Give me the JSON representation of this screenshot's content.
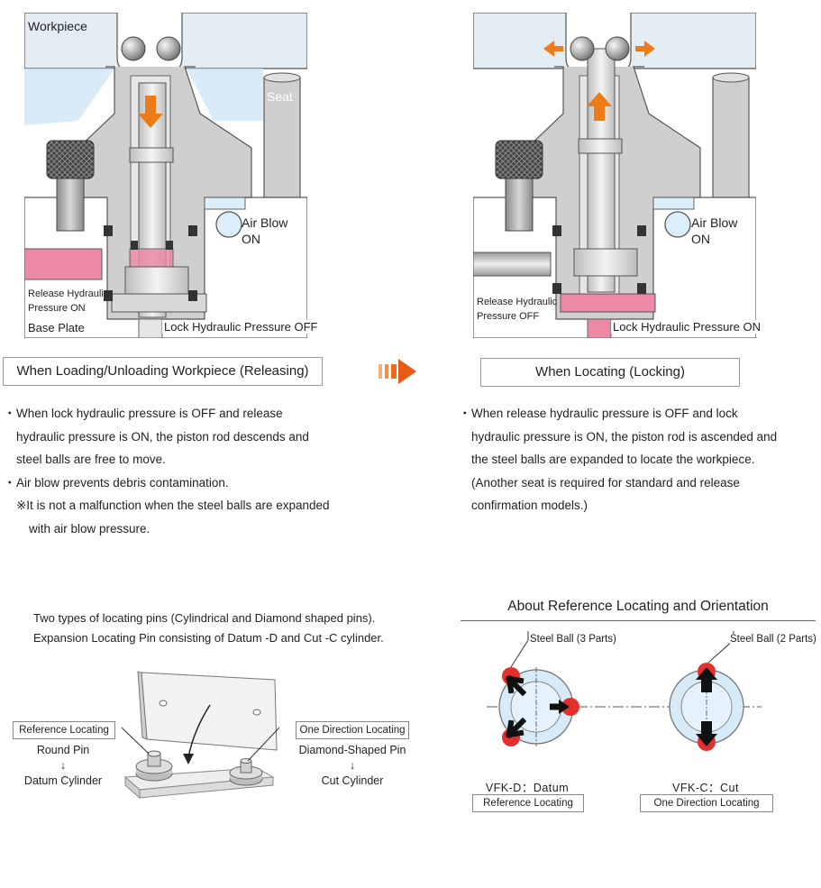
{
  "left_diagram": {
    "workpiece": "Workpiece",
    "seat": "Seat",
    "air_blow": "Air Blow",
    "air_state": "ON",
    "release_line1": "Release Hydraulic",
    "release_line2": "Pressure ON",
    "base_plate": "Base Plate",
    "lock": "Lock Hydraulic Pressure OFF"
  },
  "right_diagram": {
    "air_blow": "Air Blow",
    "air_state": "ON",
    "release_line1": "Release Hydraulic",
    "release_line2": "Pressure OFF",
    "lock": "Lock Hydraulic Pressure ON"
  },
  "captions": {
    "releasing": "When Loading/Unloading Workpiece (Releasing)",
    "locking": "When Locating (Locking)"
  },
  "left_bullets": {
    "b1_l1": "When lock hydraulic pressure is OFF and release",
    "b1_l2": "hydraulic pressure is ON, the piston rod descends and",
    "b1_l3": "steel balls are free to move.",
    "b2": "Air blow prevents debris contamination.",
    "note_l1": "※It is not a malfunction when the steel balls are expanded",
    "note_l2": "with air blow pressure."
  },
  "right_bullets": {
    "b1_l1": "When release hydraulic pressure is OFF and lock",
    "b1_l2": "hydraulic pressure is ON, the piston rod is ascended and",
    "b1_l3": "the steel balls are expanded to locate the workpiece.",
    "b1_l4": "(Another seat is required for standard and release",
    "b1_l5": "confirmation models.)"
  },
  "pins": {
    "intro_l1": "Two types of locating pins (Cylindrical and Diamond shaped pins).",
    "intro_l2": "Expansion Locating Pin consisting of Datum -D and Cut -C cylinder.",
    "ref_box": "Reference Locating",
    "ref_l1": "Round Pin",
    "ref_arrow": "↓",
    "ref_l2": "Datum Cylinder",
    "one_box": "One Direction Locating",
    "one_l1": "Diamond-Shaped Pin",
    "one_arrow": "↓",
    "one_l2": "Cut Cylinder"
  },
  "about": {
    "title": "About Reference Locating and Orientation",
    "ball3": "Steel Ball (3 Parts)",
    "ball2": "Steel Ball (2 Parts)",
    "datum_name": "VFK-D：Datum",
    "datum_box": "Reference Locating",
    "cut_name": "VFK-C：Cut",
    "cut_box": "One Direction Locating"
  },
  "colors": {
    "workpiece_fill": "#e4ecf4",
    "steel_gray": "#c8c8c8",
    "hydraulic_pink": "#ec8aa6",
    "air_blue": "#b9dcf2",
    "arrow_orange": "#ee7b1a",
    "ball_red": "#e3302e"
  },
  "icons": {
    "transition": "transition-arrow-icon",
    "direction": "direction-arrow-icon"
  }
}
